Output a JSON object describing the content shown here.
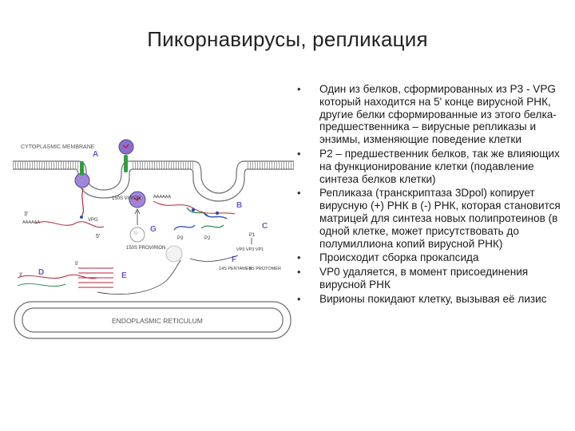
{
  "slide": {
    "title": "Пикорнавирусы, репликация"
  },
  "bullets": [
    {
      "text": "Один из белков, сформированных из Р3 - VPG который находится на 5' конце вирусной РНК, другие белки сформированные из этого белка-предшественника – вирусные репликазы и энзимы, изменяющие поведение клетки"
    },
    {
      "text": "Р2 – предшественник белков, так же влияющих на функционирование клетки (подавление синтеза белков клетки)"
    },
    {
      "text": "Репликаза (транскриптаза 3Dpol) копирует вирусную (+) РНК в (-) РНК, которая становится матрицей для синтеза новых полипротеинов (в одной клетке, может присутствовать до полумиллиона копий вирусной РНК)"
    },
    {
      "text": "Происходит сборка прокапсида"
    },
    {
      "text": "VP0 удаляется, в момент присоединения вирусной РНК"
    },
    {
      "text": "Вирионы покидают клетку, вызывая её лизис"
    }
  ],
  "bullet_glyph": "•",
  "diagram": {
    "membrane_label": "CYTOPLASMIC MEMBRANE",
    "er_label": "ENDOPLASMIC RETICULUM",
    "letters": [
      "A",
      "B",
      "C",
      "D",
      "E",
      "F",
      "G"
    ],
    "virion_label": "150S VIRION",
    "procapsid_label": "150S PROVIRION",
    "pentamer_label": "14S PENTAMER",
    "protomer_label": "5S PROTOMER",
    "p1_label": "P1",
    "p1_products": "VP0 VP3 VP1",
    "p2_label": "P2",
    "p3_label": "P3",
    "vpg_label": "VPG",
    "polya_label": "AAAAAA",
    "three_prime": "3'",
    "five_prime": "5'",
    "colors": {
      "membrane": "#6e6e6e",
      "capsid": "#8a6fc9",
      "receptor": "#2f9e3f",
      "rna": "#b3263a",
      "protein_blue": "#2b4fb3",
      "protein_green": "#2f8f5a",
      "letter": "#6a5acd"
    }
  }
}
